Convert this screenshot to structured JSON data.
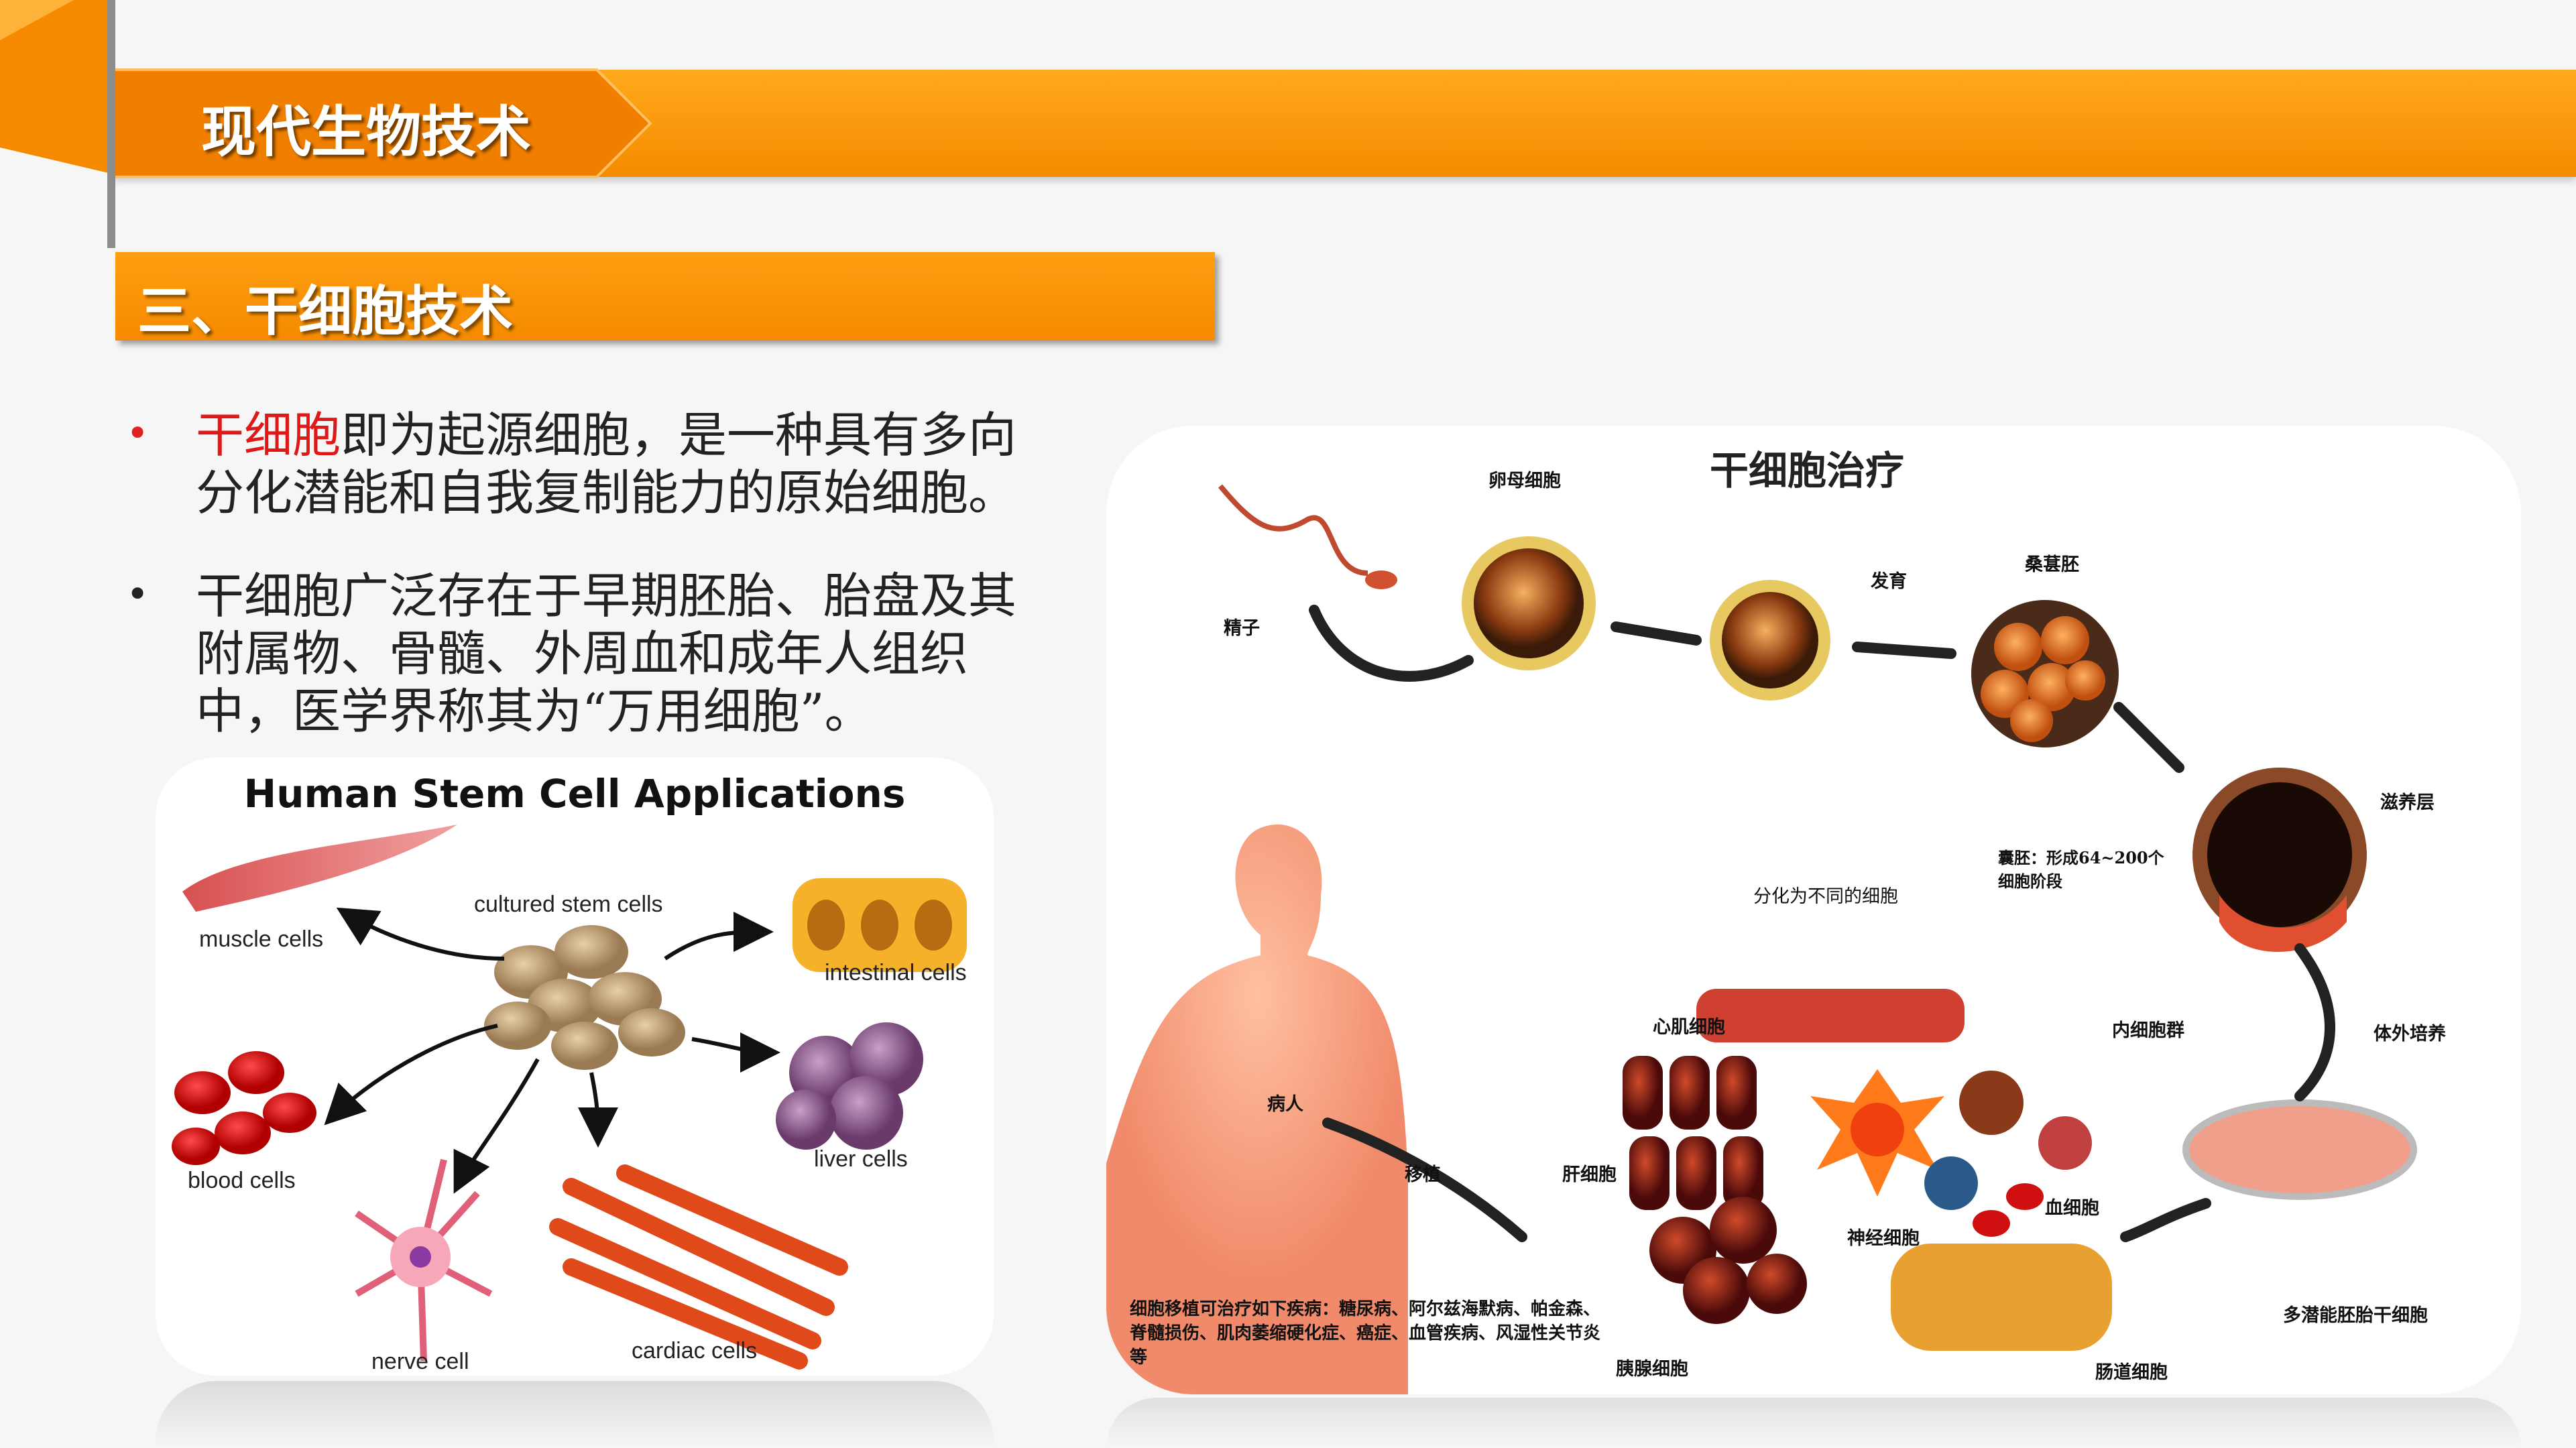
{
  "header": {
    "title": "现代生物技术"
  },
  "section": {
    "title": "三、干细胞技术"
  },
  "bullets": [
    {
      "highlight": "干细胞",
      "text": "即为起源细胞，是一种具有多向分化潜能和自我复制能力的原始细胞。"
    },
    {
      "text": "干细胞广泛存在于早期胚胎、胎盘及其附属物、骨髓、外周血和成年人组织中，医学界称其为“万用细胞”。"
    }
  ],
  "left_figure": {
    "title": "Human Stem Cell Applications",
    "labels": {
      "cultured": "cultured stem cells",
      "muscle": "muscle cells",
      "intestinal": "intestinal cells",
      "blood": "blood cells",
      "liver": "liver cells",
      "nerve": "nerve cell",
      "cardiac": "cardiac cells"
    }
  },
  "right_figure": {
    "title": "干细胞治疗",
    "labels": {
      "egg": "卵母细胞",
      "sperm": "精子",
      "develop": "发育",
      "morula": "桑葚胚",
      "trophoblast": "滋养层",
      "blastocyst": "囊胚：形成64~200个细胞阶段",
      "differentiate": "分化为不同的细胞",
      "cardiomyocyte": "心肌细胞",
      "icm": "内细胞群",
      "culture": "体外培养",
      "patient": "病人",
      "transplant": "移植",
      "hepatocyte": "肝细胞",
      "neuron": "神经细胞",
      "blood_cell": "血细胞",
      "diseases": "细胞移植可治疗如下疾病：糖尿病、阿尔兹海默病、帕金森、脊髓损伤、肌肉萎缩硬化症、癌症、血管疾病、风湿性关节炎等",
      "pluripotent": "多潜能胚胎干细胞",
      "pancreatic": "胰腺细胞",
      "intestinal": "肠道细胞"
    }
  },
  "colors": {
    "orange": "#f7931e",
    "highlight_red": "#e01818"
  }
}
